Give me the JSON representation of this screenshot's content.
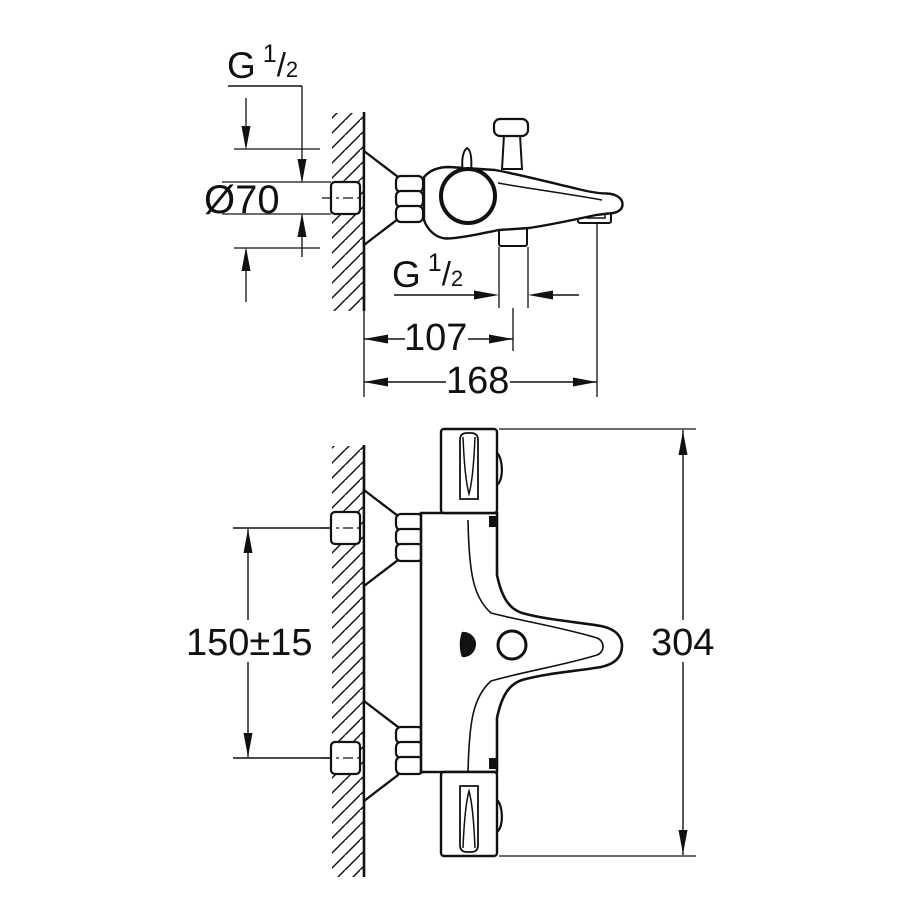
{
  "drawing": {
    "title": "bath-shower-thermostat-installation-dimensions",
    "colors": {
      "line": "#111111",
      "background": "#ffffff"
    },
    "labels": {
      "wall_thread": {
        "base": "G",
        "sup": "1",
        "slash": "/",
        "sub": "2"
      },
      "shower_thread": {
        "base": "G",
        "sup": "1",
        "slash": "/",
        "sub": "2"
      },
      "escutcheon_diameter": "Ø70",
      "shower_outlet_offset": "107",
      "spout_reach": "168",
      "inlet_spacing": "150±15",
      "overall_height": "304"
    }
  }
}
